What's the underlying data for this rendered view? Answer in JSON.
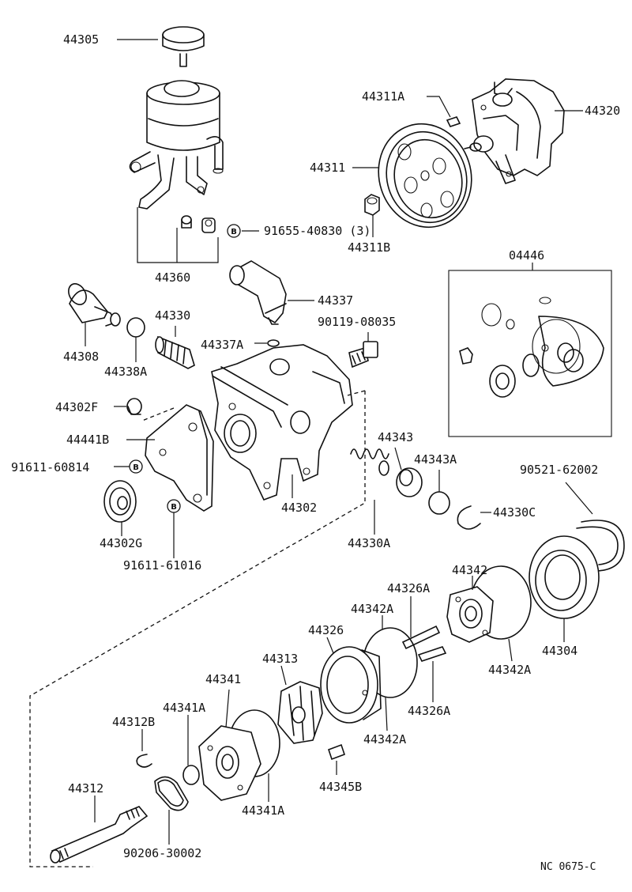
{
  "diagram": {
    "bolt_marker": "B",
    "code": "NC 0675-C",
    "parts": {
      "p44305": "44305",
      "p44311A": "44311A",
      "p44320": "44320",
      "p44311": "44311",
      "p44311B": "44311B",
      "p91655": "91655-40830 (3)",
      "p44360": "44360",
      "p04446": "04446",
      "p44337": "44337",
      "p44308": "44308",
      "p44330": "44330",
      "p90119": "90119-08035",
      "p44337A": "44337A",
      "p44338A": "44338A",
      "p44302F": "44302F",
      "p44441B": "44441B",
      "p44343": "44343",
      "p44343A": "44343A",
      "p91611_60814": "91611-60814",
      "p90521": "90521-62002",
      "p44330C": "44330C",
      "p44302": "44302",
      "p44302G": "44302G",
      "p44330A": "44330A",
      "p91611_61016": "91611-61016",
      "p44342_top": "44342",
      "p44326A_top": "44326A",
      "p44342A_top": "44342A",
      "p44326": "44326",
      "p44304": "44304",
      "p44313": "44313",
      "p44342A_right": "44342A",
      "p44341": "44341",
      "p44326A_low": "44326A",
      "p44341A_top": "44341A",
      "p44312B": "44312B",
      "p44342A_low": "44342A",
      "p44345B": "44345B",
      "p44312": "44312",
      "p44341A_low": "44341A",
      "p90206": "90206-30002"
    }
  }
}
